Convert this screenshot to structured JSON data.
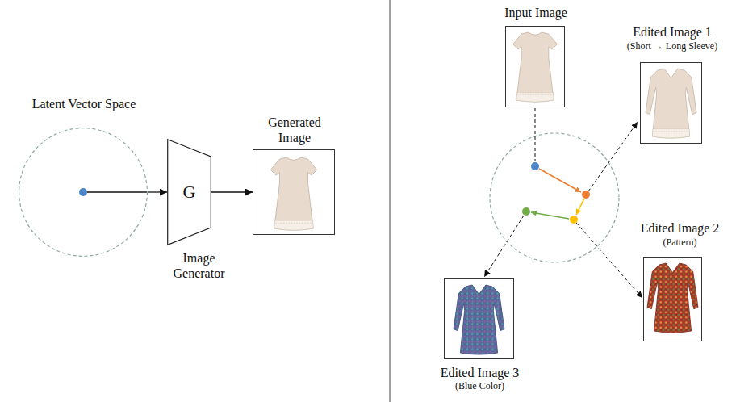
{
  "diagram": {
    "nodes": [
      {
        "text": [
          "Latent Vector Space"
        ]
      },
      {
        "text": [
          "G",
          "Image Generator"
        ]
      },
      {
        "text": [
          "Generated Image"
        ]
      },
      {
        "text": [
          "Input Image"
        ]
      },
      {
        "text": [
          "Edited Image 1",
          "(Short → Long Sleeve)"
        ]
      },
      {
        "text": [
          "Edited Image 2",
          "(Pattern)"
        ]
      },
      {
        "text": [
          "Edited Image 3",
          "(Blue Color)"
        ]
      }
    ],
    "edges": [
      {
        "from": 0,
        "to": 1,
        "arrow": "to"
      },
      {
        "from": 1,
        "to": 2,
        "arrow": "to"
      }
    ]
  }
}
